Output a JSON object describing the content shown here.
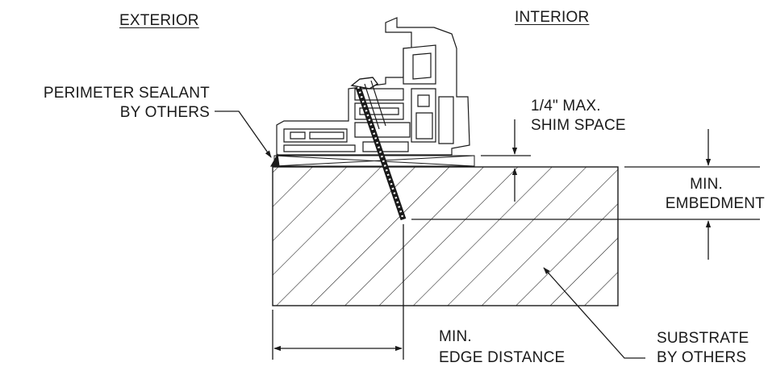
{
  "labels": {
    "exterior": "EXTERIOR",
    "interior": "INTERIOR",
    "perimeter_sealant_line1": "PERIMETER SEALANT",
    "perimeter_sealant_line2": "BY OTHERS",
    "shim_line1": "1/4\" MAX.",
    "shim_line2": "SHIM SPACE",
    "embedment_line1": "MIN.",
    "embedment_line2": "EMBEDMENT",
    "edge_line1": "MIN.",
    "edge_line2": "EDGE DISTANCE",
    "substrate_line1": "SUBSTRATE",
    "substrate_line2": "BY OTHERS"
  },
  "colors": {
    "ink": "#1a1a1a",
    "background": "#ffffff"
  }
}
